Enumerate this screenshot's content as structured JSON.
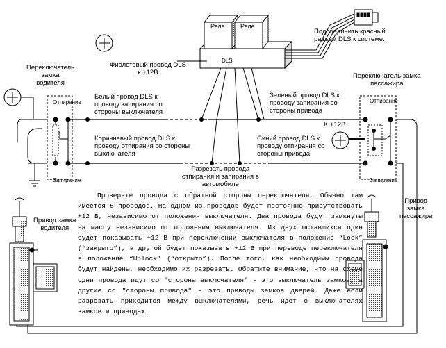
{
  "relays": {
    "relay1": "Реле",
    "relay2": "Реле",
    "module": "DLS"
  },
  "labels": {
    "connect_red": [
      "Подсоединить красный",
      "разъем DLS к системе."
    ],
    "violet_wire": [
      "Фиолетовый провод DLS",
      "к +12B"
    ],
    "switch_driver": [
      "Переключатель",
      "замка",
      "водителя"
    ],
    "switch_passenger": [
      "Переключатель замка",
      "пассажира"
    ],
    "white_wire": [
      "Белый провод DLS к",
      "проводу запирания со",
      "стороны выключателя"
    ],
    "green_wire": [
      "Зеленый провод DLS к",
      "проводу запирания со",
      "стороны привода"
    ],
    "brown_wire": [
      "Коричневый провод DLS к",
      "проводу отпирания со стороны",
      "выключателя"
    ],
    "blue_wire": [
      "Синий провод DLS к",
      "проводу отпирания со",
      "стороны привода"
    ],
    "cut_wires": [
      "Разрезать провода",
      "отпирания и запирания в",
      "автомобиле"
    ],
    "plus12": "K +12B",
    "unlock": "Отпирание",
    "lock": "Запирание",
    "actuator_driver": [
      "Привод замка",
      "водителя"
    ],
    "actuator_passenger": [
      "Привод",
      "замка",
      "пассажира"
    ]
  },
  "instructions": "Проверьте провода с обратной стороны переключателя. Обычно там имеется 5 проводов. На одном из проводов будет постоянно присутствовать +12 В, независимо от положения выключателя. Два провода будут замкнуты на массу независимо от положения выключателя. Из двух оставшихся один будет показывать +12 В при переключении выключателя в положение “Lock” (“закрыто”), а другой будет показывать +12 В при переводе переключателя в положение “Unlock” (“открыто”). После того, как необходимы провода будут найдены, необходимо их разрезать. Обратите внимание, что на схеме одни провода идут со \"стороны выключателя\" - это выключатель замков, а другие со \"стороны привода\" - это приводы замков дверей. Даже если разрезать приходится между выключателями, речь идет о выключателях замков и приводах."
}
